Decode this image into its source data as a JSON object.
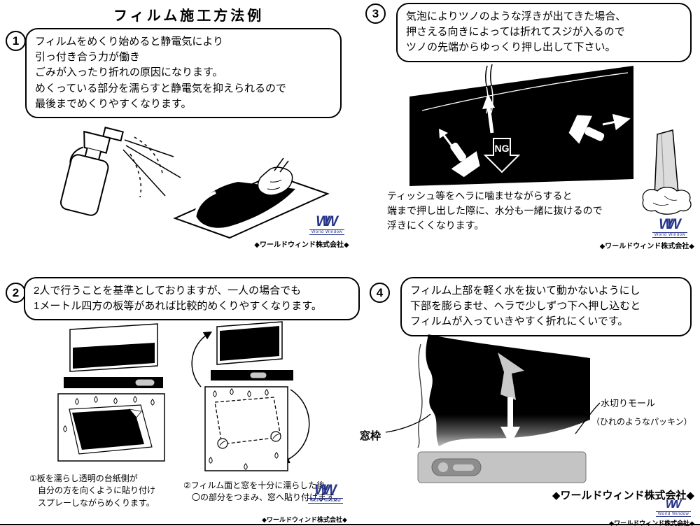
{
  "title": "フィルム施工方法例",
  "brand": {
    "company": "◆ワールドウィンド株式会社◆",
    "logo": "W",
    "logo_sub": "World Window",
    "logo_color": "#27348b"
  },
  "step1": {
    "num": "1",
    "lines": [
      "フィルムをめくり始めると静電気により",
      "引っ付き合う力が働き",
      "ごみが入ったり折れの原因になります。",
      "めくっている部分を濡らすと静電気を抑えられるので",
      "最後までめくりやすくなります。"
    ]
  },
  "step2": {
    "num": "2",
    "lines": [
      "2人で行うことを基準としておりますが、一人の場合でも",
      "1メートル四方の板等があれば比較的めくりやすくなります。"
    ],
    "cap1": [
      "①板を濡らし透明の台紙側が",
      "自分の方を向くように貼り付け",
      "スプレーしながらめくります。"
    ],
    "cap2": [
      "②フィルム面と窓を十分に濡らした後",
      "〇の部分をつまみ、窓へ貼り付けます。"
    ]
  },
  "step3": {
    "num": "3",
    "lines": [
      "気泡によりツノのような浮きが出てきた場合、",
      "押さえる向きによっては折れてスジが入るので",
      "ツノの先端からゆっくり押し出して下さい。"
    ],
    "ng": "NG",
    "note": [
      "ティッシュ等をヘラに噛ませながらすると",
      "端まで押し出した際に、水分も一緒に抜けるので",
      "浮きにくくなります。"
    ]
  },
  "step4": {
    "num": "4",
    "lines": [
      "フィルム上部を軽く水を抜いて動かないようにし",
      "下部を膨らませ、ヘラで少しずつ下へ押し込むと",
      "フィルムが入っていきやすく折れにくいです。"
    ],
    "label_frame": "窓枠",
    "label_molding": "水切りモール",
    "label_molding_sub": "（ひれのようなパッキン）"
  },
  "colors": {
    "ink": "#000000",
    "grey": "#c9c9c9"
  }
}
